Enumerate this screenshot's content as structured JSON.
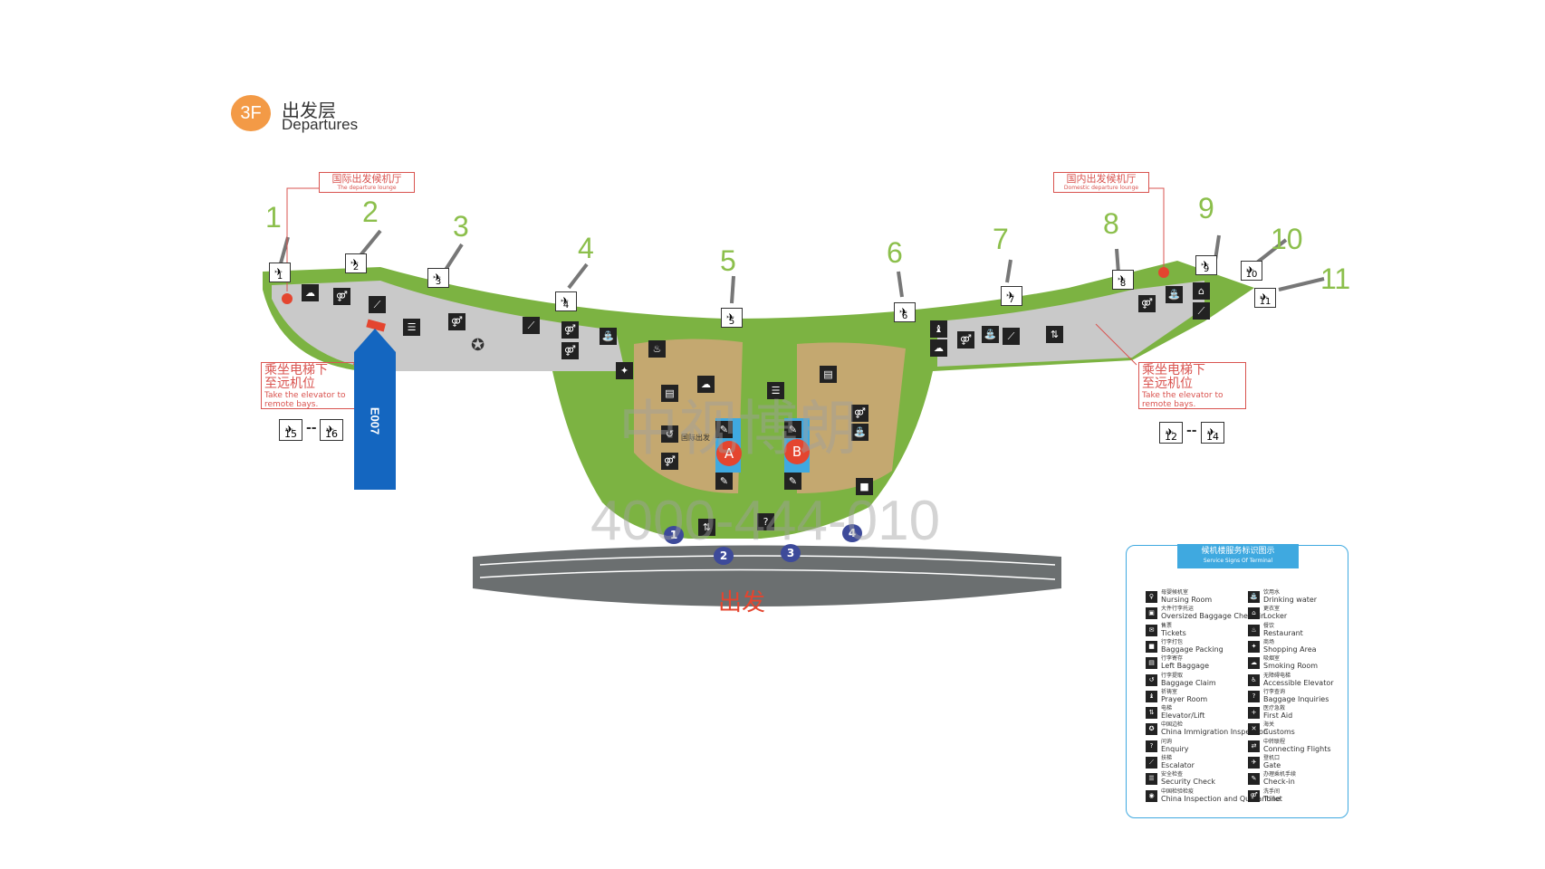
{
  "floor": {
    "badge": "3F",
    "title_cn": "出发层",
    "title_en": "Departures"
  },
  "callouts": {
    "intl_lounge": {
      "cn": "国际出发候机厅",
      "en": "The departure lounge"
    },
    "dom_lounge": {
      "cn": "国内出发候机厅",
      "en": "Domestic departure lounge"
    }
  },
  "elevator_notes": {
    "left": {
      "cn_1": "乘坐电梯下",
      "cn_2": "至远机位",
      "en_1": "Take the elevator to",
      "en_2": "remote bays."
    },
    "right": {
      "cn_1": "乘坐电梯下",
      "cn_2": "至远机位",
      "en_1": "Take the elevator to",
      "en_2": "remote bays."
    }
  },
  "gates": [
    "1",
    "2",
    "3",
    "4",
    "5",
    "6",
    "7",
    "8",
    "9",
    "10",
    "11"
  ],
  "remote_bays": {
    "left": [
      "15",
      "16"
    ],
    "right": [
      "12",
      "14"
    ],
    "separator": "--"
  },
  "ad_panel": {
    "code": "E007"
  },
  "zones": {
    "a": "A",
    "b": "B"
  },
  "intl_departure_label": "国际出发",
  "entrances": [
    "1",
    "2",
    "3",
    "4"
  ],
  "departure_road_label": "出发",
  "watermark": {
    "text": "中视博朗",
    "phone": "4000-444-010"
  },
  "legend": {
    "title_cn": "候机楼服务标识图示",
    "title_en": "Service Signs Of Terminal",
    "items": [
      {
        "cn": "母婴候机室",
        "en": "Nursing Room",
        "icon": "nursing-room-icon",
        "glyph": "♀"
      },
      {
        "cn": "饮用水",
        "en": "Drinking water",
        "icon": "drinking-water-icon",
        "glyph": "⛲"
      },
      {
        "cn": "大件行李托运",
        "en": "Oversized Baggage Check-in",
        "icon": "oversized-baggage-icon",
        "glyph": "▣"
      },
      {
        "cn": "更衣室",
        "en": "Locker",
        "icon": "locker-icon",
        "glyph": "⌂"
      },
      {
        "cn": "售票",
        "en": "Tickets",
        "icon": "tickets-icon",
        "glyph": "✉"
      },
      {
        "cn": "餐饮",
        "en": "Restaurant",
        "icon": "restaurant-icon",
        "glyph": "♨"
      },
      {
        "cn": "行李打包",
        "en": "Baggage Packing",
        "icon": "baggage-packing-icon",
        "glyph": "■"
      },
      {
        "cn": "商场",
        "en": "Shopping Area",
        "icon": "shopping-icon",
        "glyph": "✦"
      },
      {
        "cn": "行李寄存",
        "en": "Left Baggage",
        "icon": "left-baggage-icon",
        "glyph": "▤"
      },
      {
        "cn": "吸烟室",
        "en": "Smoking Room",
        "icon": "smoking-room-icon",
        "glyph": "☁"
      },
      {
        "cn": "行李提取",
        "en": "Baggage Claim",
        "icon": "baggage-claim-icon",
        "glyph": "↺"
      },
      {
        "cn": "无障碍电梯",
        "en": "Accessible Elevator",
        "icon": "accessible-elevator-icon",
        "glyph": "♿"
      },
      {
        "cn": "祈祷室",
        "en": "Prayer Room",
        "icon": "prayer-room-icon",
        "glyph": "♝"
      },
      {
        "cn": "行李查询",
        "en": "Baggage Inquiries",
        "icon": "baggage-inquiries-icon",
        "glyph": "?"
      },
      {
        "cn": "电梯",
        "en": "Elevator/Lift",
        "icon": "elevator-icon",
        "glyph": "⇅"
      },
      {
        "cn": "医疗急救",
        "en": "First Aid",
        "icon": "first-aid-icon",
        "glyph": "+"
      },
      {
        "cn": "中国边检",
        "en": "China Immigration Inspection",
        "icon": "immigration-icon",
        "glyph": "✪"
      },
      {
        "cn": "海关",
        "en": "Customs",
        "icon": "customs-icon",
        "glyph": "✕"
      },
      {
        "cn": "问询",
        "en": "Enquiry",
        "icon": "enquiry-icon",
        "glyph": "?"
      },
      {
        "cn": "中转联程",
        "en": "Connecting Flights",
        "icon": "connecting-flights-icon",
        "glyph": "⇄"
      },
      {
        "cn": "扶梯",
        "en": "Escalator",
        "icon": "escalator-icon",
        "glyph": "⟋"
      },
      {
        "cn": "登机口",
        "en": "Gate",
        "icon": "gate-icon",
        "glyph": "✈"
      },
      {
        "cn": "安全检查",
        "en": "Security Check",
        "icon": "security-check-icon",
        "glyph": "☰"
      },
      {
        "cn": "办理乘机手续",
        "en": "Check-in",
        "icon": "check-in-icon",
        "glyph": "✎"
      },
      {
        "cn": "中国检验检疫",
        "en": "China Inspection and Quarantine",
        "icon": "quarantine-icon",
        "glyph": "◉"
      },
      {
        "cn": "洗手间",
        "en": "Toilet",
        "icon": "toilet-icon",
        "glyph": "⚤"
      }
    ]
  },
  "colors": {
    "green": "#7cb342",
    "gray": "#c9c9c9",
    "tan": "#c4a870",
    "road": "#6b6f70",
    "accent": "#e4452f",
    "blue": "#1466c0",
    "legend": "#3fa9e0"
  }
}
